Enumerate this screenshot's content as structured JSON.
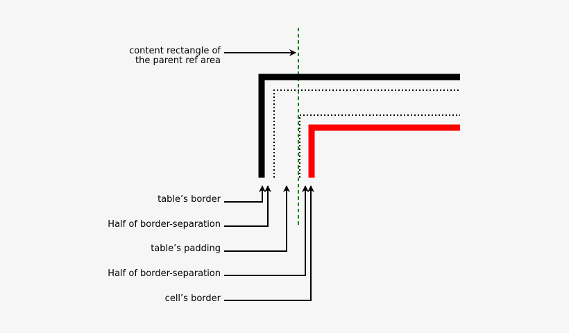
{
  "labels": {
    "content_rect_line1": "content rectangle of",
    "content_rect_line2": "the parent ref area",
    "tables_border": "table’s border",
    "half_sep_1": "Half of border-separation",
    "tables_padding": "table’s padding",
    "half_sep_2": "Half of border-separation",
    "cells_border": "cell’s border"
  },
  "colors": {
    "background": "#f6f6f6",
    "table_border": "#000000",
    "cell_border": "#ff0000",
    "content_guide": "#008000",
    "arrow": "#000000"
  }
}
